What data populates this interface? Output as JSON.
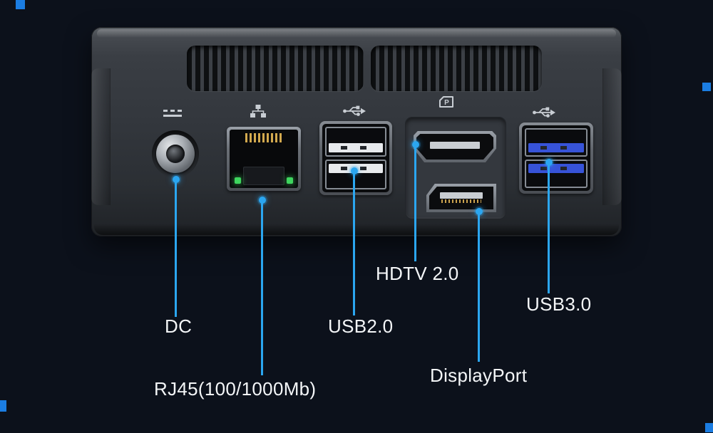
{
  "page": {
    "background_color": "#0c111b",
    "accent_color": "#2ba6f0",
    "corner_color": "#1b7de2"
  },
  "callouts": [
    {
      "id": "dc",
      "label": "DC"
    },
    {
      "id": "rj45",
      "label": "RJ45(100/1000Mb)"
    },
    {
      "id": "usb2",
      "label": "USB2.0"
    },
    {
      "id": "hdtv",
      "label": "HDTV 2.0"
    },
    {
      "id": "displayport",
      "label": "DisplayPort"
    },
    {
      "id": "usb3",
      "label": "USB3.0"
    }
  ],
  "icons": {
    "dc": "dc-power-icon",
    "ethernet": "ethernet-icon",
    "usb2": "usb-icon",
    "displayport_logo": "displayport-logo-icon",
    "usb3": "usb-icon"
  }
}
